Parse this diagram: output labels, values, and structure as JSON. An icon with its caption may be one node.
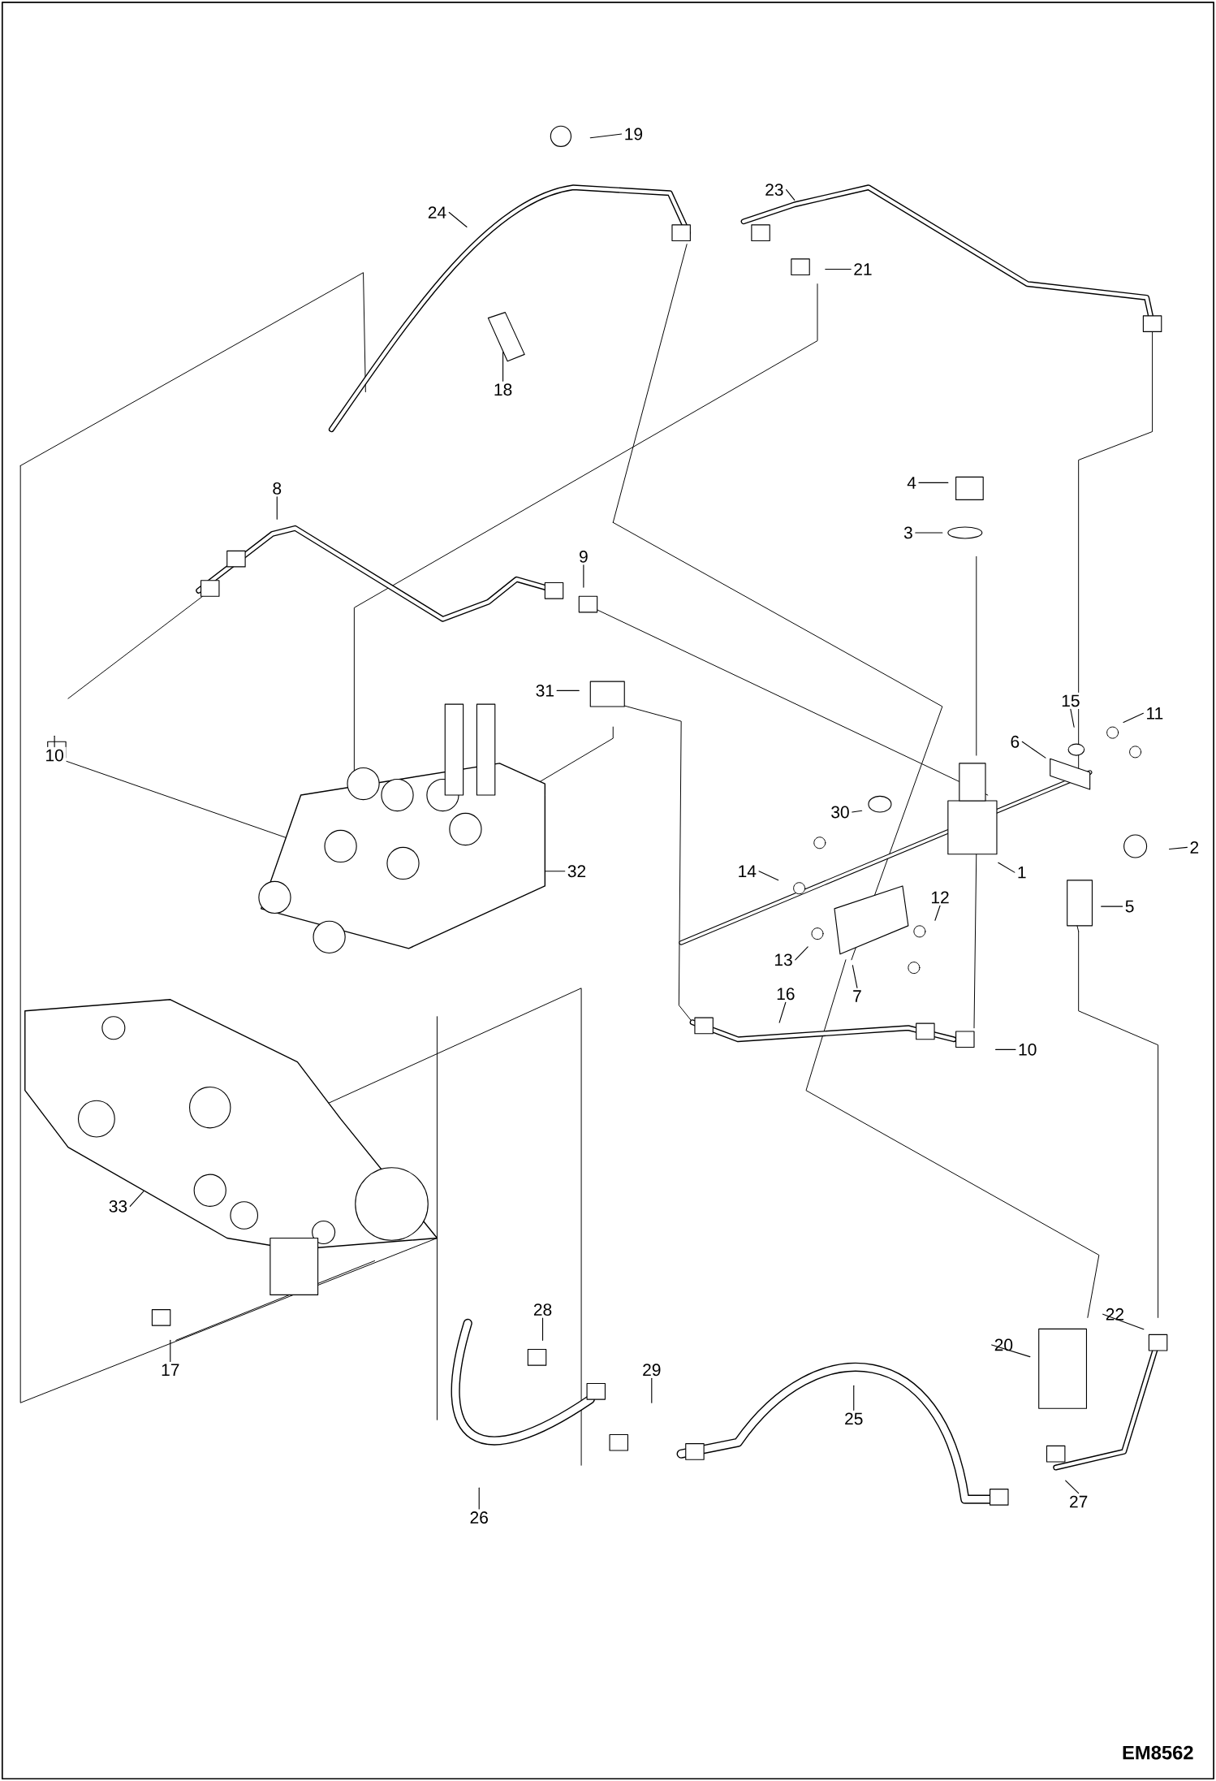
{
  "diagram": {
    "nodes": [
      {
        "text": [
          "19"
        ]
      },
      {
        "text": [
          "23"
        ]
      },
      {
        "text": [
          "24"
        ]
      },
      {
        "text": [
          "21"
        ]
      },
      {
        "text": [
          "18"
        ]
      },
      {
        "text": [
          "4"
        ]
      },
      {
        "text": [
          "8"
        ]
      },
      {
        "text": [
          "3"
        ]
      },
      {
        "text": [
          "9"
        ]
      },
      {
        "text": [
          "31"
        ]
      },
      {
        "text": [
          "15"
        ]
      },
      {
        "text": [
          "11"
        ]
      },
      {
        "text": [
          "6"
        ]
      },
      {
        "text": [
          "10"
        ]
      },
      {
        "text": [
          "30"
        ]
      },
      {
        "text": [
          "2"
        ]
      },
      {
        "text": [
          "32"
        ]
      },
      {
        "text": [
          "14"
        ]
      },
      {
        "text": [
          "1"
        ]
      },
      {
        "text": [
          "12"
        ]
      },
      {
        "text": [
          "5"
        ]
      },
      {
        "text": [
          "13"
        ]
      },
      {
        "text": [
          "16"
        ]
      },
      {
        "text": [
          "7"
        ]
      },
      {
        "text": [
          "10"
        ]
      },
      {
        "text": [
          "33"
        ]
      },
      {
        "text": [
          "28"
        ]
      },
      {
        "text": [
          "22"
        ]
      },
      {
        "text": [
          "20"
        ]
      },
      {
        "text": [
          "17"
        ]
      },
      {
        "text": [
          "29"
        ]
      },
      {
        "text": [
          "25"
        ]
      },
      {
        "text": [
          "27"
        ]
      },
      {
        "text": [
          "26"
        ]
      }
    ],
    "edges": [
      {
        "from": 0,
        "to": null,
        "arrow": "none"
      },
      {
        "from": 1,
        "to": null,
        "arrow": "none"
      },
      {
        "from": 2,
        "to": null,
        "arrow": "none"
      },
      {
        "from": 3,
        "to": null,
        "arrow": "none"
      },
      {
        "from": 4,
        "to": null,
        "arrow": "none"
      },
      {
        "from": 5,
        "to": null,
        "arrow": "none"
      },
      {
        "from": 6,
        "to": null,
        "arrow": "none"
      },
      {
        "from": 7,
        "to": null,
        "arrow": "none"
      },
      {
        "from": 8,
        "to": null,
        "arrow": "none"
      },
      {
        "from": 9,
        "to": null,
        "arrow": "none"
      },
      {
        "from": 10,
        "to": null,
        "arrow": "none"
      },
      {
        "from": 11,
        "to": null,
        "arrow": "none"
      },
      {
        "from": 12,
        "to": null,
        "arrow": "none"
      },
      {
        "from": 13,
        "to": null,
        "arrow": "none"
      },
      {
        "from": 14,
        "to": null,
        "arrow": "none"
      },
      {
        "from": 15,
        "to": null,
        "arrow": "none"
      },
      {
        "from": 16,
        "to": null,
        "arrow": "none"
      },
      {
        "from": 17,
        "to": null,
        "arrow": "none"
      },
      {
        "from": 18,
        "to": null,
        "arrow": "none"
      },
      {
        "from": 19,
        "to": null,
        "arrow": "none"
      },
      {
        "from": 20,
        "to": null,
        "arrow": "none"
      },
      {
        "from": 21,
        "to": null,
        "arrow": "none"
      },
      {
        "from": 22,
        "to": null,
        "arrow": "none"
      },
      {
        "from": 23,
        "to": null,
        "arrow": "none"
      },
      {
        "from": 24,
        "to": null,
        "arrow": "none"
      },
      {
        "from": 25,
        "to": null,
        "arrow": "none"
      },
      {
        "from": 26,
        "to": null,
        "arrow": "none"
      },
      {
        "from": 27,
        "to": null,
        "arrow": "none"
      },
      {
        "from": 28,
        "to": null,
        "arrow": "none"
      },
      {
        "from": 29,
        "to": null,
        "arrow": "none"
      },
      {
        "from": 30,
        "to": null,
        "arrow": "none"
      },
      {
        "from": 31,
        "to": null,
        "arrow": "none"
      },
      {
        "from": 32,
        "to": null,
        "arrow": "none"
      },
      {
        "from": 33,
        "to": null,
        "arrow": "none"
      }
    ],
    "labels": [
      "EM8562"
    ]
  }
}
